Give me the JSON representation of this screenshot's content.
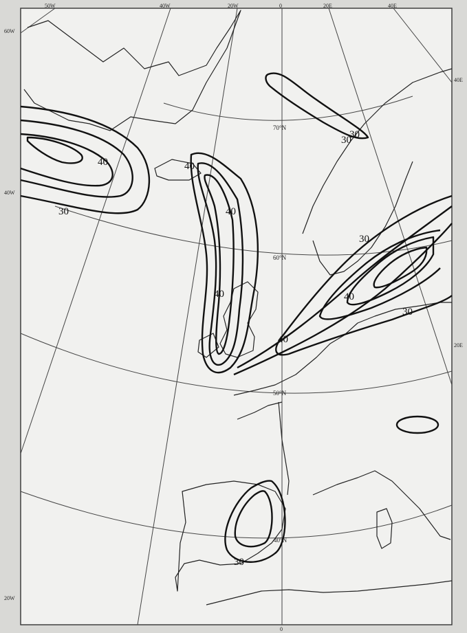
{
  "map": {
    "lat_labels": [
      "70°N",
      "60°N",
      "50°N",
      "40°N"
    ],
    "lon_labels_top": [
      "50W",
      "40W",
      "20W",
      "0",
      "20E",
      "40E"
    ],
    "lon_labels_left": [
      "60W",
      "40W",
      "20W"
    ],
    "lon_labels_right": [
      "40E",
      "20E"
    ],
    "lon_label_bottom": "0",
    "contour_labels": [
      "40",
      "30",
      "40",
      "40",
      "40",
      "30",
      "30",
      "40",
      "40",
      "30",
      "30",
      "30"
    ]
  }
}
